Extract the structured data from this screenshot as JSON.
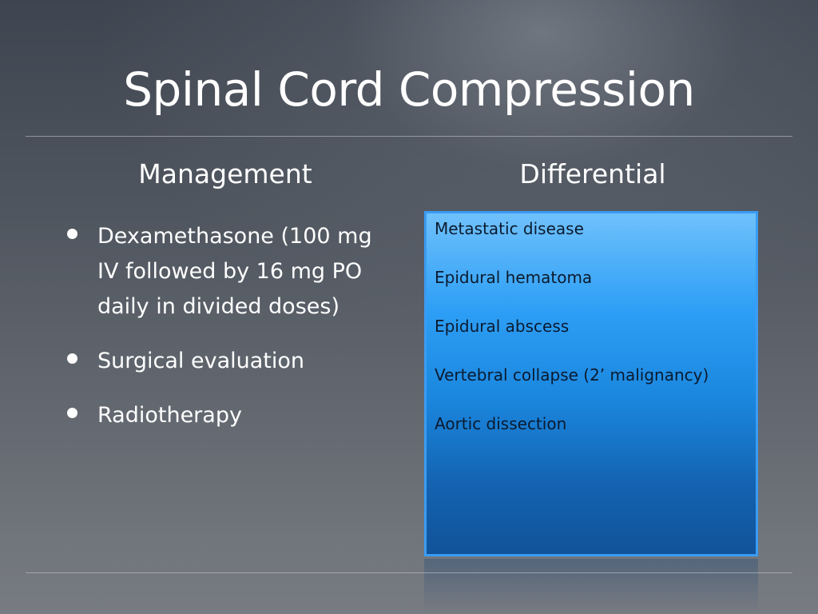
{
  "slide": {
    "title": "Spinal Cord Compression",
    "management": {
      "heading": "Management",
      "bullets": [
        "Dexamethasone (100 mg IV followed by 16 mg PO daily in divided doses)",
        "Surgical evaluation",
        "Radiotherapy"
      ]
    },
    "differential": {
      "heading": "Differential",
      "items": [
        "Metastatic disease",
        "Epidural hematoma",
        "Epidural abscess",
        "Vertebral collapse (2’ malignancy)",
        "Aortic dissection"
      ]
    }
  },
  "colors": {
    "background_top": "#3f4550",
    "background_bottom": "#787c82",
    "box_border": "#3a9cf2",
    "box_top": "#6fc1fb",
    "box_bottom": "#11539a",
    "text": "#ffffff",
    "box_text": "#0b1a2e"
  }
}
